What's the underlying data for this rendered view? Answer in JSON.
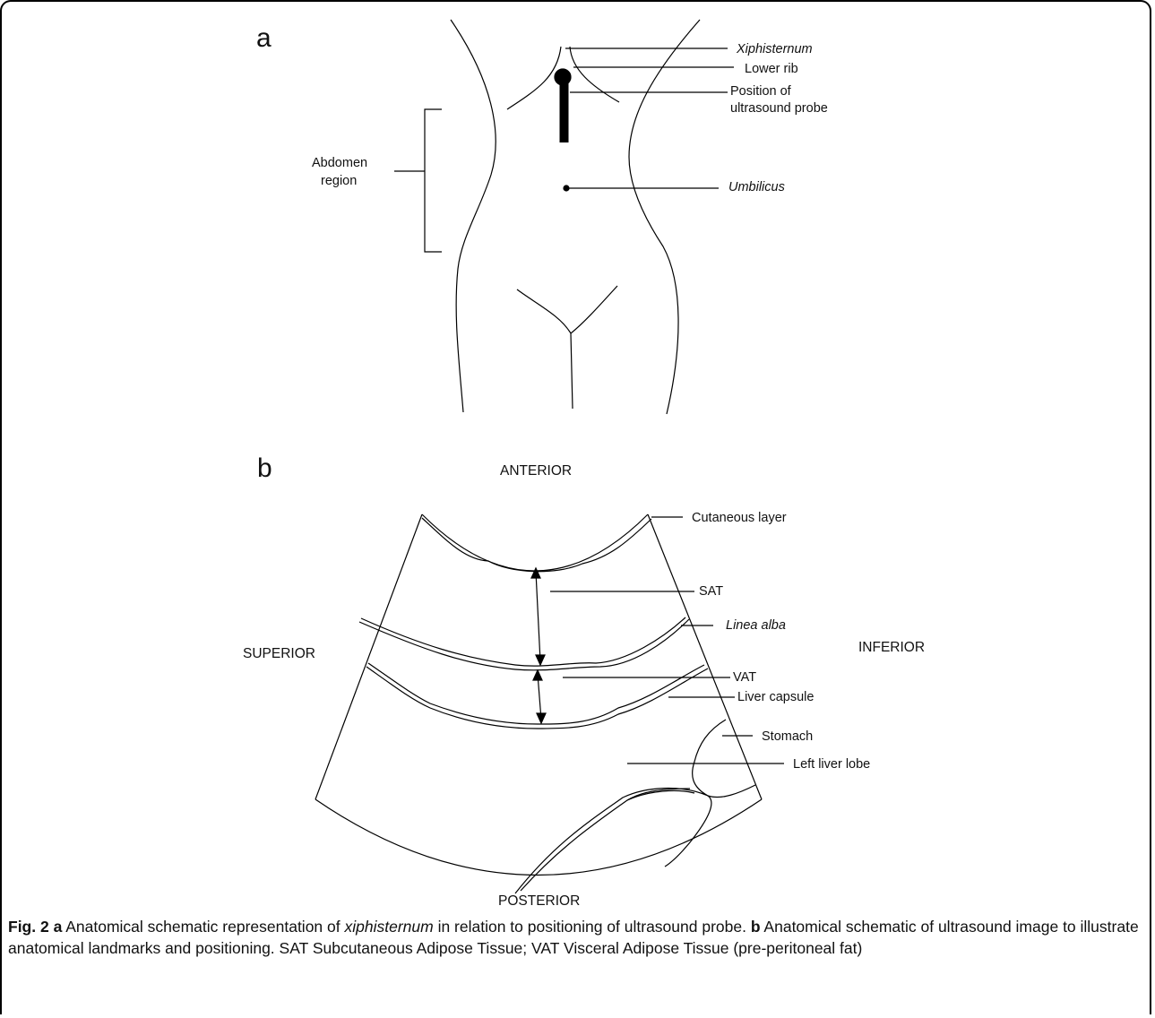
{
  "panel_a": {
    "letter": "a",
    "labels": {
      "xiphisternum": "Xiphisternum",
      "lower_rib": "Lower rib",
      "probe_line1": "Position of",
      "probe_line2": "ultrasound probe",
      "umbilicus": "Umbilicus",
      "abdomen_line1": "Abdomen",
      "abdomen_line2": "region"
    }
  },
  "panel_b": {
    "letter": "b",
    "directions": {
      "anterior": "ANTERIOR",
      "posterior": "POSTERIOR",
      "superior": "SUPERIOR",
      "inferior": "INFERIOR"
    },
    "labels": {
      "cutaneous": "Cutaneous layer",
      "sat": "SAT",
      "linea_alba": "Linea alba",
      "vat": "VAT",
      "liver_capsule": "Liver capsule",
      "stomach": "Stomach",
      "left_liver_lobe": "Left liver lobe"
    }
  },
  "caption": {
    "fig": "Fig. 2",
    "a": "a",
    "text_a1": " Anatomical schematic representation of ",
    "text_a_italic": "xiphisternum",
    "text_a2": " in relation to positioning of ultrasound probe. ",
    "b": "b",
    "text_b": " Anatomical schematic of ultrasound image to illustrate anatomical landmarks and positioning. SAT Subcutaneous Adipose Tissue; VAT Visceral Adipose Tissue (pre-peritoneal fat)"
  }
}
